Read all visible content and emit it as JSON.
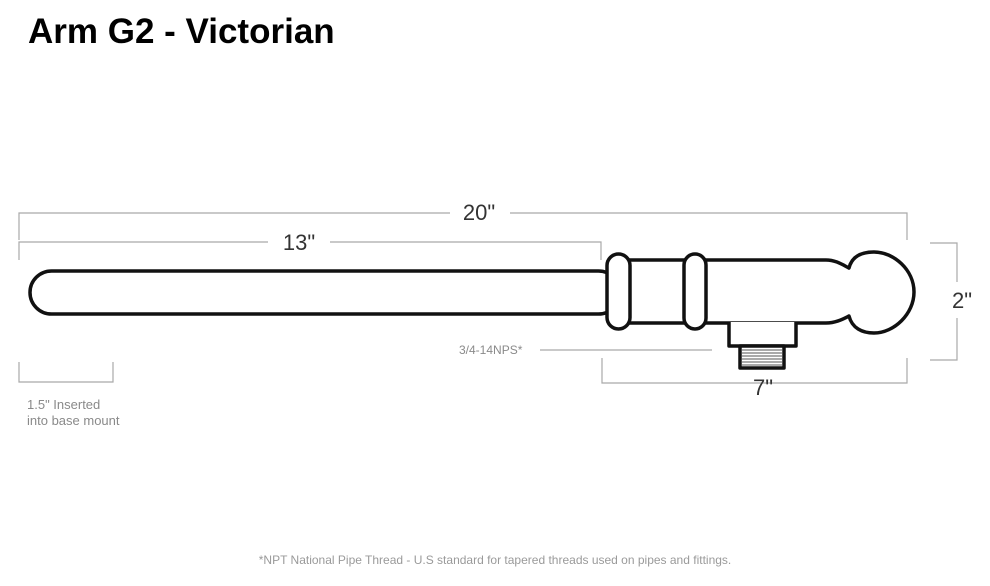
{
  "title": "Arm G2 - Victorian",
  "dimensions": {
    "overall_length": "20\"",
    "arm_length": "13\"",
    "head_length": "7\"",
    "head_height": "2\""
  },
  "thread_label": "3/4-14NPS*",
  "inserted_note": {
    "line1": "1.5\" Inserted",
    "line2": "into base mount"
  },
  "footnote": "*NPT National Pipe Thread - U.S standard for tapered threads used on pipes and fittings."
}
